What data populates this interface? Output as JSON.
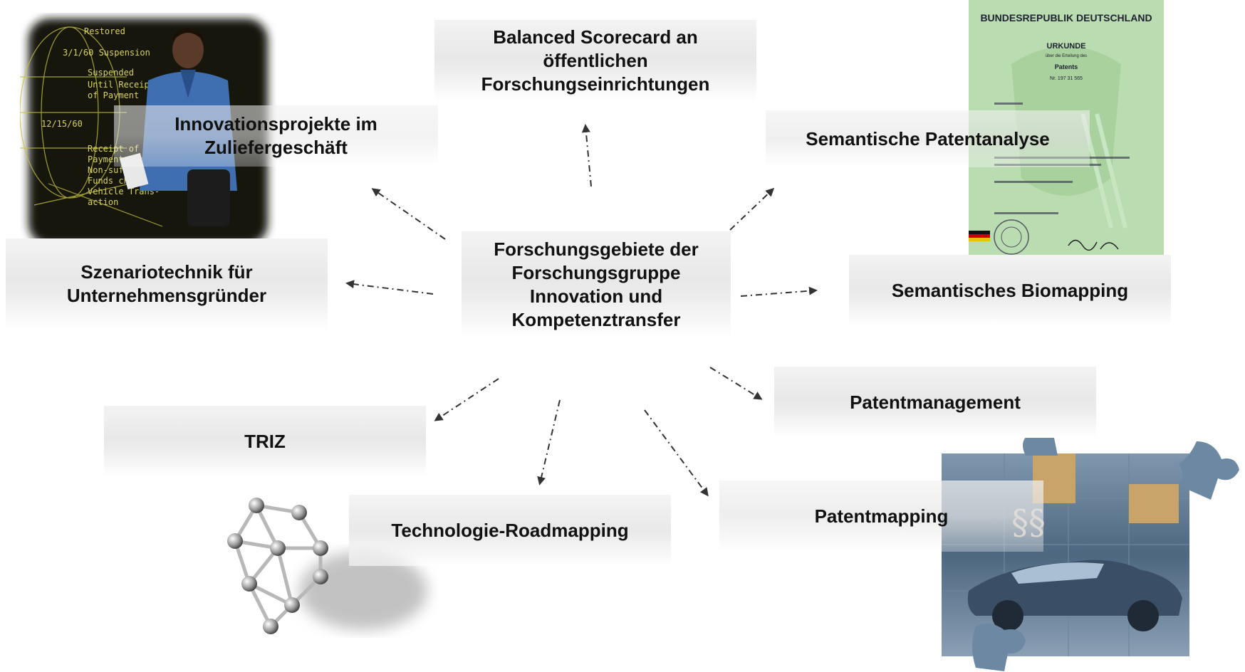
{
  "center": {
    "label": "Forschungsgebiete der\nForschungsgruppe\nInnovation und\nKompetenztransfer"
  },
  "nodes": {
    "balanced_scorecard": "Balanced Scorecard an\nöffentlichen\nForschungseinrichtungen",
    "innovationsprojekte": "Innovationsprojekte im\nZuliefergeschäft",
    "semantische_patentanalyse": "Semantische Patentanalyse",
    "szenariotechnik": "Szenariotechnik für\nUnternehmensgründer",
    "semantisches_biomapping": "Semantisches Biomapping",
    "patentmanagement": "Patentmanagement",
    "triz": "TRIZ",
    "technologie_roadmapping": "Technologie-Roadmapping",
    "patentmapping": "Patentmapping"
  },
  "images": {
    "person_photo": {
      "icon": "person-data-display-photo"
    },
    "patent_certificate": {
      "icon": "patent-certificate-photo",
      "country": "BUNDESREPUBLIK DEUTSCHLAND",
      "title": "URKUNDE",
      "subtitle": "über die Erteilung des",
      "doc": "Patents",
      "number": "Nr. 197 31 565"
    },
    "molecule": {
      "icon": "molecule-model-icon"
    },
    "puzzle": {
      "icon": "car-puzzle-photo"
    }
  },
  "colors": {
    "arrow": "#333333",
    "box_gradient": "#e6e6e6"
  }
}
